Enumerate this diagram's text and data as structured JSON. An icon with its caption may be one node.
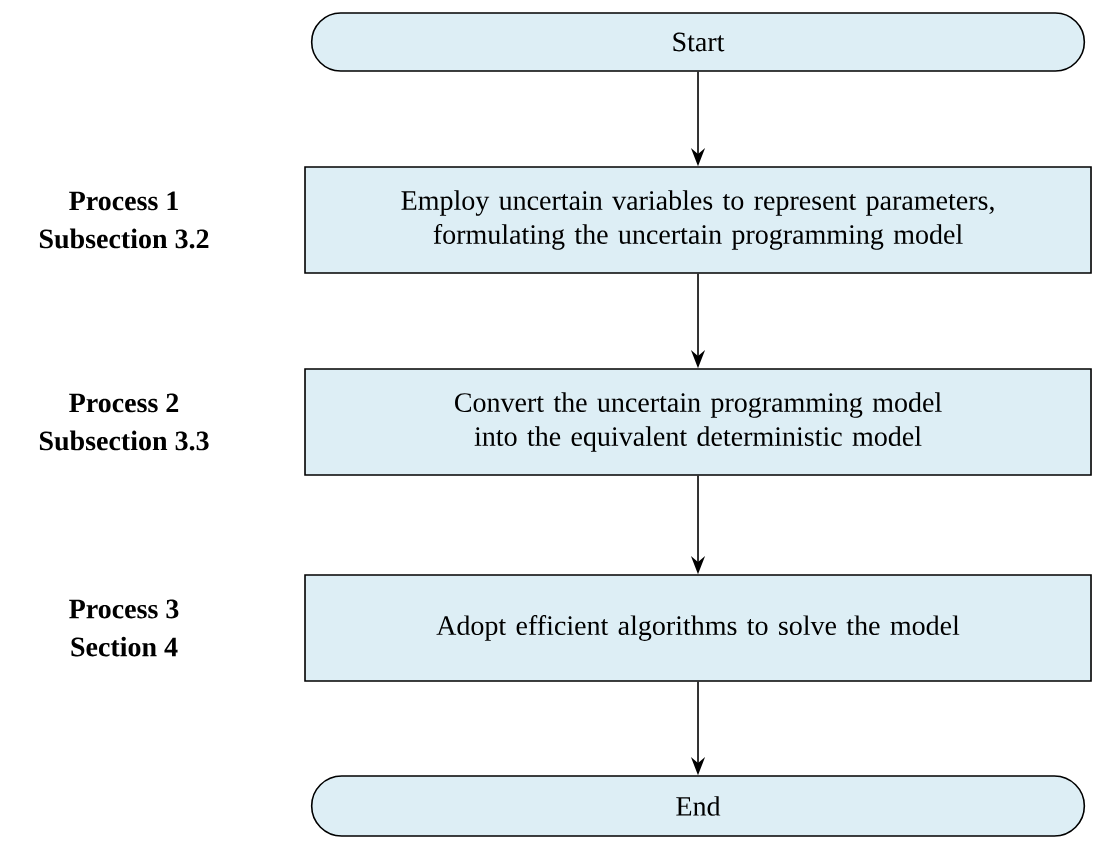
{
  "diagram": {
    "nodes": [
      {
        "text": [
          "Start"
        ]
      },
      {
        "text": [
          "Employ uncertain variables to represent parameters, formulating the uncertain programming model"
        ],
        "beside": [
          "Process 1",
          "Subsection 3.2"
        ]
      },
      {
        "text": [
          "Convert the uncertain programming model into the equivalent deterministic model"
        ],
        "beside": [
          "Process 2",
          "Subsection 3.3"
        ]
      },
      {
        "text": [
          "Adopt efficient algorithms to solve the model"
        ],
        "beside": [
          "Process 3",
          "Section 4"
        ]
      },
      {
        "text": [
          "End"
        ]
      }
    ],
    "edges": [
      {
        "from": 0,
        "to": 1,
        "arrow": "to"
      },
      {
        "from": 1,
        "to": 2,
        "arrow": "to"
      },
      {
        "from": 2,
        "to": 3,
        "arrow": "to"
      },
      {
        "from": 3,
        "to": 4,
        "arrow": "to"
      }
    ]
  }
}
